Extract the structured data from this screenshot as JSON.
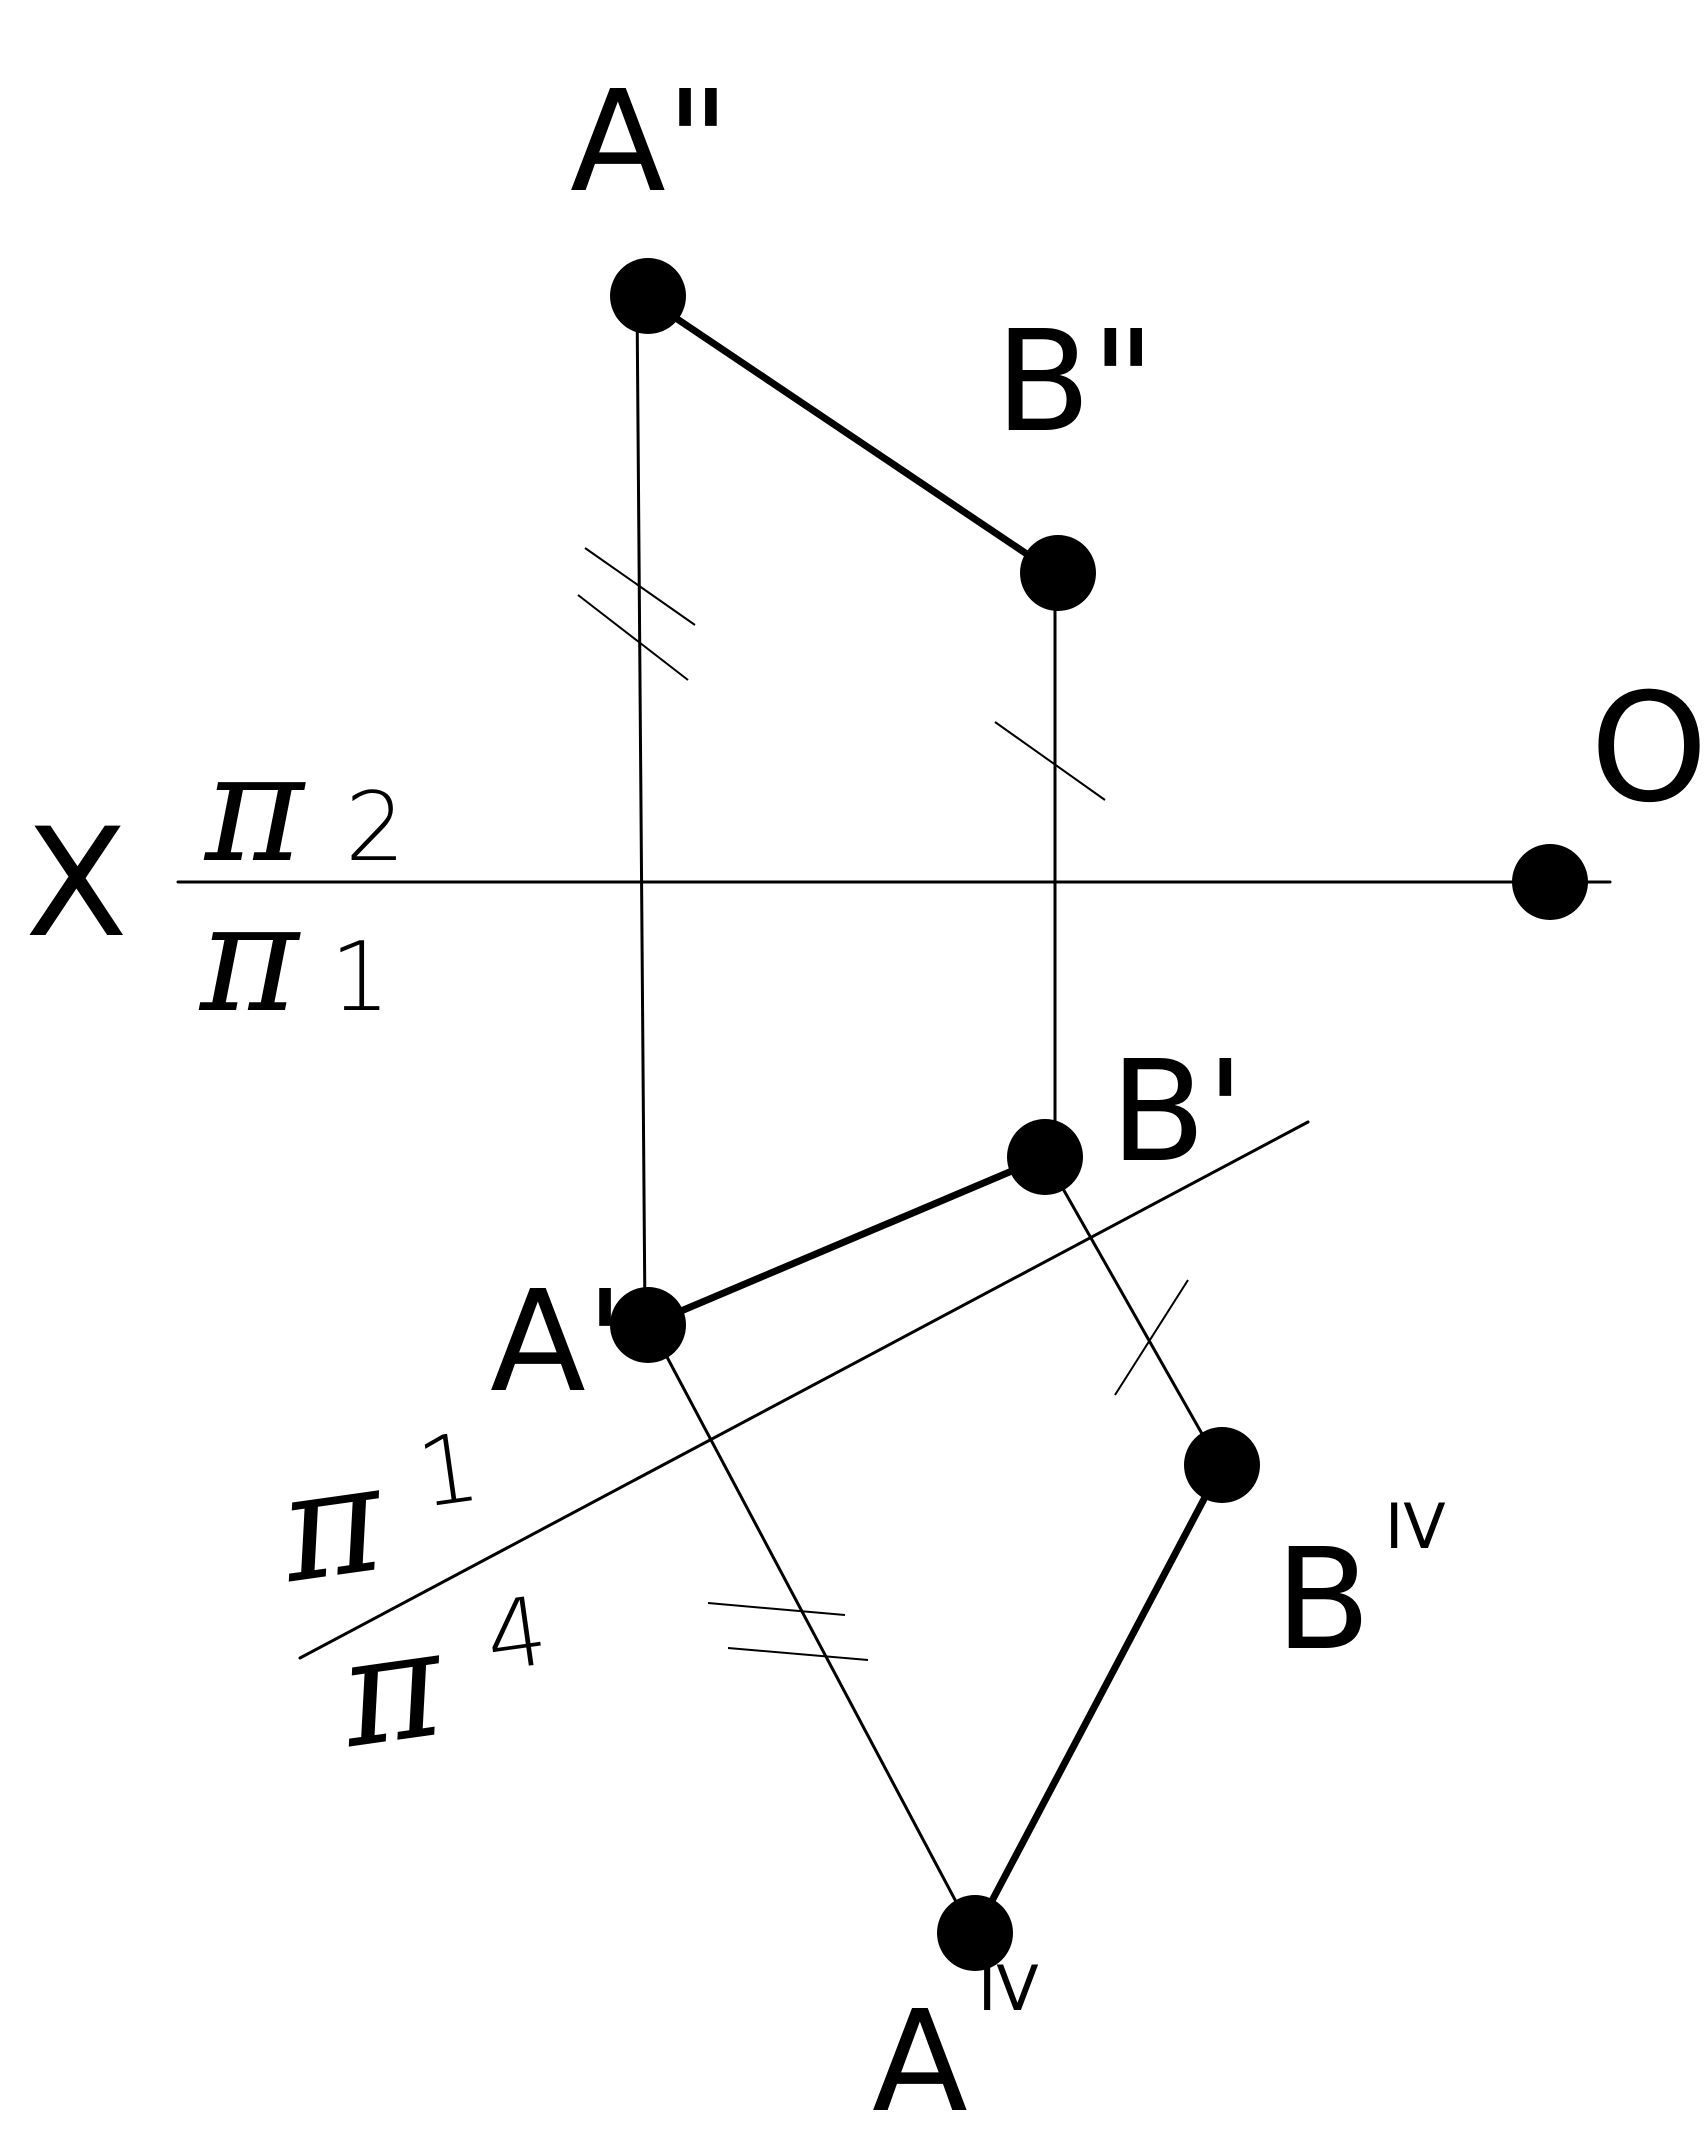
{
  "labels": {
    "a_front": "A\"",
    "b_front": "B\"",
    "a_top": "A'",
    "b_top": "B'",
    "a_new": "A",
    "a_new_sup": "IV",
    "b_new": "B",
    "b_new_sup": "IV",
    "x_axis": "X",
    "origin": "O",
    "pi_symbol": "π",
    "plane_2": "2",
    "plane_1": "1",
    "plane_1b": "1",
    "plane_4": "4"
  },
  "colors": {
    "ink": "#000000",
    "background": "#ffffff"
  }
}
